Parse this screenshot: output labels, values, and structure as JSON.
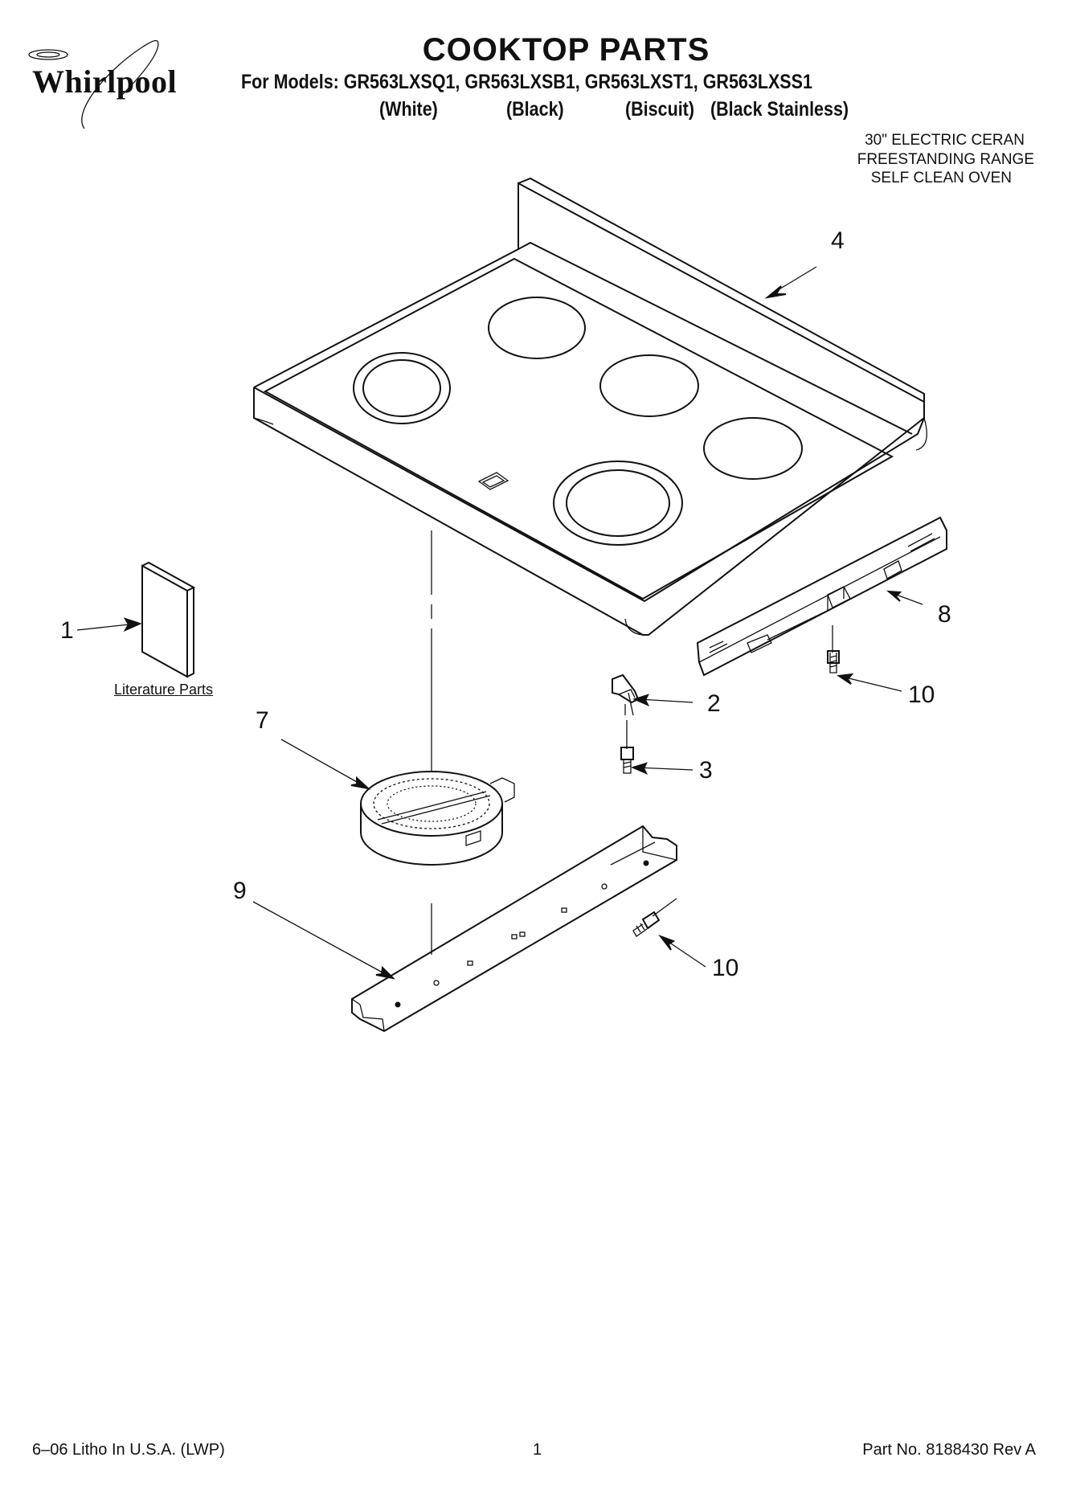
{
  "brand": "Whirlpool",
  "title": "COOKTOP PARTS",
  "models_line": "For Models: GR563LXSQ1, GR563LXSB1, GR563LXST1, GR563LXSS1",
  "colors": [
    "(White)",
    "(Black)",
    "(Biscuit)",
    "(Black Stainless)"
  ],
  "description": [
    "30\" ELECTRIC CERAN",
    "FREESTANDING RANGE",
    "SELF CLEAN OVEN"
  ],
  "parts": [
    "1",
    "2",
    "3",
    "4",
    "7",
    "8",
    "9",
    "10",
    "10"
  ],
  "literature_label": "Literature Parts",
  "footer": {
    "left": "6–06 Litho In U.S.A. (LWP)",
    "center": "1",
    "right": "Part No. 8188430 Rev A"
  }
}
